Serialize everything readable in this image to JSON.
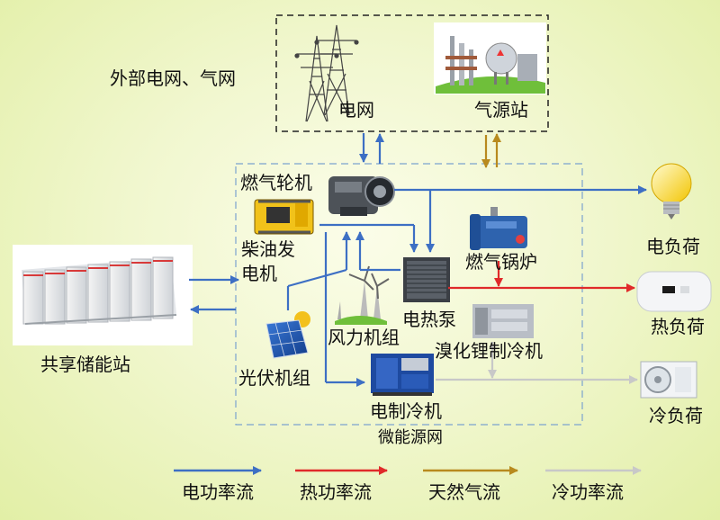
{
  "external": {
    "region_label": "外部电网、气网",
    "grid_label": "电网",
    "gas_label": "气源站"
  },
  "microgrid": {
    "label": "微能源网",
    "gas_turbine": "燃气轮机",
    "diesel_generator_line1": "柴油发",
    "diesel_generator_line2": "电机",
    "gas_boiler": "燃气锅炉",
    "electric_heat_pump": "电热泵",
    "wind_unit": "风力机组",
    "lithium_bromide_chiller": "溴化锂制冷机",
    "pv_unit": "光伏机组",
    "electric_chiller": "电制冷机"
  },
  "storage": {
    "label": "共享储能站"
  },
  "loads": {
    "electric": "电负荷",
    "heat": "热负荷",
    "cooling": "冷负荷"
  },
  "legend": [
    {
      "label": "电功率流",
      "color": "#3d6fc4"
    },
    {
      "label": "热功率流",
      "color": "#e02a2a"
    },
    {
      "label": "天然气流",
      "color": "#b88a1e"
    },
    {
      "label": "冷功率流",
      "color": "#c8c8c8"
    }
  ]
}
